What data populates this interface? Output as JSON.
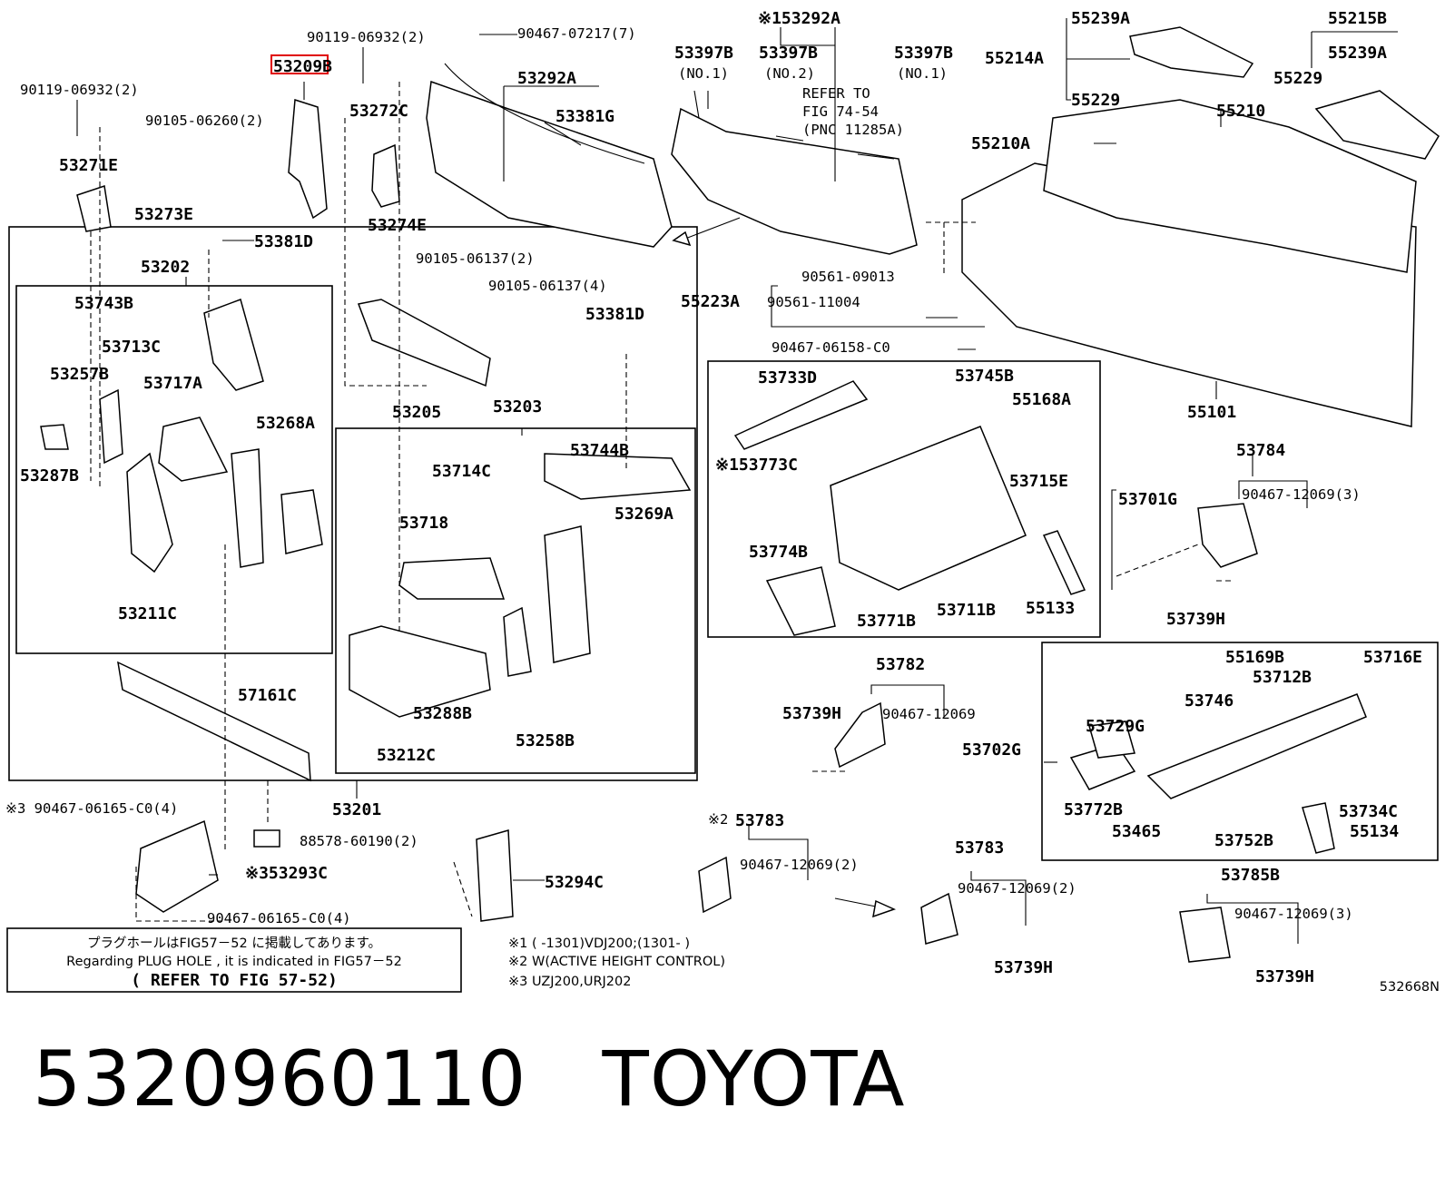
{
  "callouts": {
    "l_53209b": "53209B",
    "l_9011906932_a": "90119-06932(2)",
    "l_9011906932_b": "90119-06932(2)",
    "l_9010506260": "90105-06260(2)",
    "l_53271e": "53271E",
    "l_53273e": "53273E",
    "l_53272c": "53272C",
    "l_53274e": "53274E",
    "l_53381d_a": "53381D",
    "l_9046707217": "90467-07217(7)",
    "l_53292a": "53292A",
    "l_53381g": "53381G",
    "l_153292a": "※153292A",
    "l_53397b_1": "53397B",
    "l_53397b_2": "53397B",
    "l_53397b_3": "53397B",
    "l_no1_a": "(NO.1)",
    "l_no2": "(NO.2)",
    "l_no1_b": "(NO.1)",
    "l_refer1": "REFER TO",
    "l_refer2": "FIG 74-54",
    "l_refer3": "(PNC 11285A)",
    "l_55239a_a": "55239A",
    "l_55214a": "55214A",
    "l_55229_a": "55229",
    "l_55215b": "55215B",
    "l_55239a_b": "55239A",
    "l_55229_b": "55229",
    "l_55210": "55210",
    "l_55210a": "55210A",
    "l_53202": "53202",
    "l_53743b": "53743B",
    "l_53713c": "53713C",
    "l_53257b": "53257B",
    "l_53717a": "53717A",
    "l_53268a": "53268A",
    "l_53287b": "53287B",
    "l_53211c": "53211C",
    "l_9010506137_2": "90105-06137(2)",
    "l_9010506137_4": "90105-06137(4)",
    "l_53205": "53205",
    "l_53381d_b": "53381D",
    "l_53203": "53203",
    "l_53744b": "53744B",
    "l_53714c": "53714C",
    "l_53718": "53718",
    "l_53269a": "53269A",
    "l_53288b": "53288B",
    "l_53258b": "53258B",
    "l_53212c": "53212C",
    "l_57161c": "57161C",
    "l_53201": "53201",
    "l_9056109013": "90561-09013",
    "l_55223a": "55223A",
    "l_9056111004": "90561-11004",
    "l_9046706158": "90467-06158-C0",
    "l_55101": "55101",
    "l_53733d": "53733D",
    "l_53745b": "53745B",
    "l_55168a": "55168A",
    "l_153773c": "※153773C",
    "l_53715e": "53715E",
    "l_53701g": "53701G",
    "l_53774b": "53774B",
    "l_53771b": "53771B",
    "l_53711b": "53711B",
    "l_55133": "55133",
    "l_53784": "53784",
    "l_9046712069_3a": "90467-12069(3)",
    "l_53739h_a": "53739H",
    "l_53782": "53782",
    "l_53739h_b": "53739H",
    "l_9046712069": "90467-12069",
    "l_55169b": "55169B",
    "l_53716e": "53716E",
    "l_53712b": "53712B",
    "l_53746": "53746",
    "l_53729g": "53729G",
    "l_53702g": "53702G",
    "l_53772b": "53772B",
    "l_53465": "53465",
    "l_53752b": "53752B",
    "l_53734c": "53734C",
    "l_55134": "55134",
    "l_3_9046706165": "※3 90467-06165-C0(4)",
    "l_53293c": "※353293C",
    "l_9046706165": "90467-06165-C0(4)",
    "l_53294c": "53294C",
    "l_8857860190": "88578-60190(2)",
    "l_2_53783": "※2",
    "l_53783_a": "53783",
    "l_9046712069_2a": "90467-12069(2)",
    "l_53783_b": "53783",
    "l_9046712069_2b": "90467-12069(2)",
    "l_53739h_c": "53739H",
    "l_53785b": "53785B",
    "l_9046712069_3b": "90467-12069(3)",
    "l_53739h_d": "53739H"
  },
  "notes": {
    "plug_jp": "プラグホールはFIG57－52 に掲載してあります。",
    "plug_en": "Regarding PLUG HOLE , it is indicated in FIG57－52",
    "refer": "( REFER TO FIG 57-52)",
    "fn1": "※1 (      -1301)VDJ200;(1301-      )",
    "fn2": "※2 W(ACTIVE HEIGHT CONTROL)",
    "fn3": "※3 UZJ200,URJ202",
    "fig_no": "532668N"
  },
  "highlight_color": "#e00000",
  "caption": "5320960110   TOYOTA"
}
